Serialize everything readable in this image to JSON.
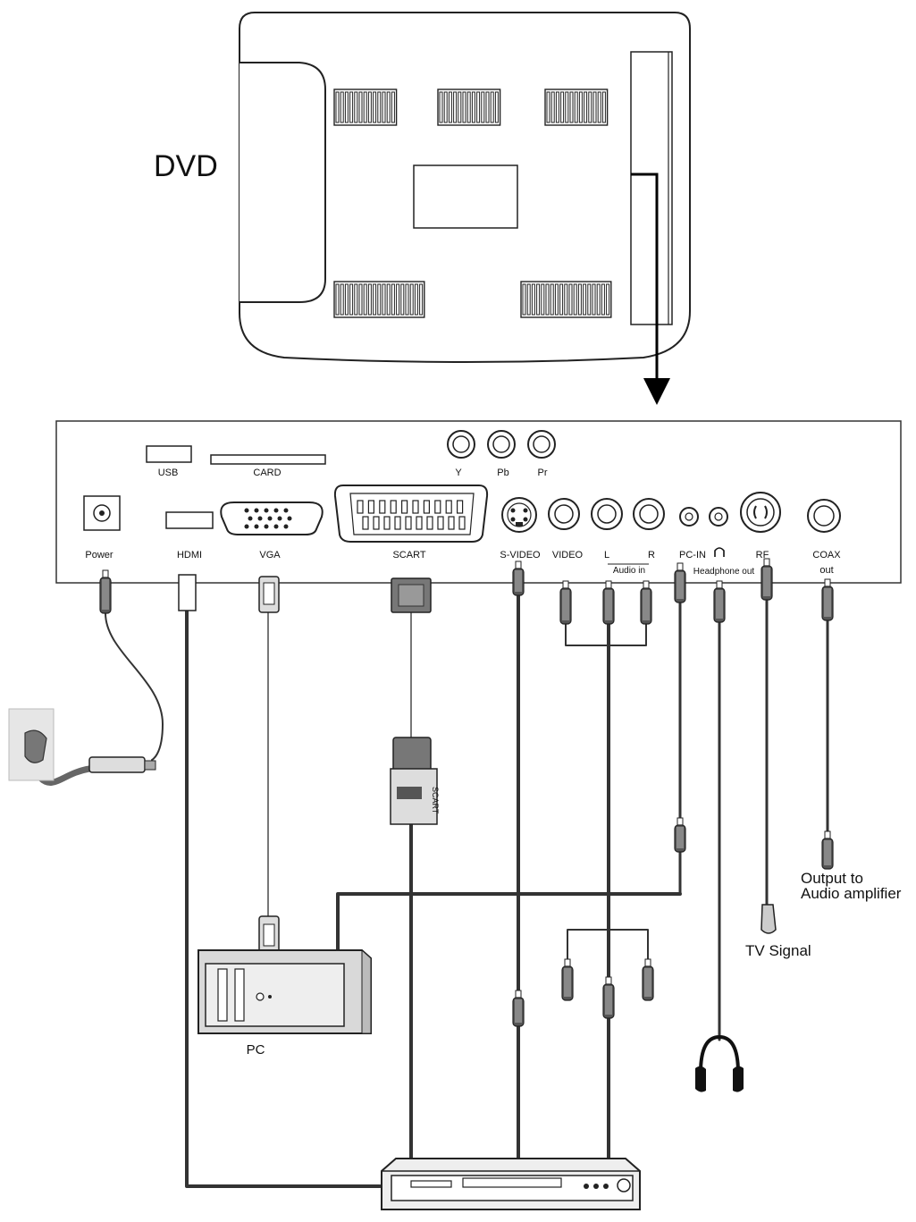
{
  "title_label": "DVD",
  "ports": {
    "usb": "USB",
    "card": "CARD",
    "y": "Y",
    "pb": "Pb",
    "pr": "Pr",
    "power": "Power",
    "hdmi": "HDMI",
    "vga": "VGA",
    "scart": "SCART",
    "svideo": "S-VIDEO",
    "video": "VIDEO",
    "l": "L",
    "r": "R",
    "audio_in": "Audio in",
    "pc_in": "PC-IN",
    "headphone_out": "Headphone out",
    "rf": "RF",
    "coax": "COAX",
    "coax_out": "out"
  },
  "devices": {
    "pc": "PC",
    "tv_signal": "TV Signal",
    "output_line1": "Output to",
    "output_line2": "Audio amplifier",
    "scart_plug_text": "SCART"
  },
  "icons": [
    "headphone-icon",
    "power-plug-icon",
    "wall-socket-icon",
    "pc-tower-icon",
    "dvd-player-icon"
  ]
}
